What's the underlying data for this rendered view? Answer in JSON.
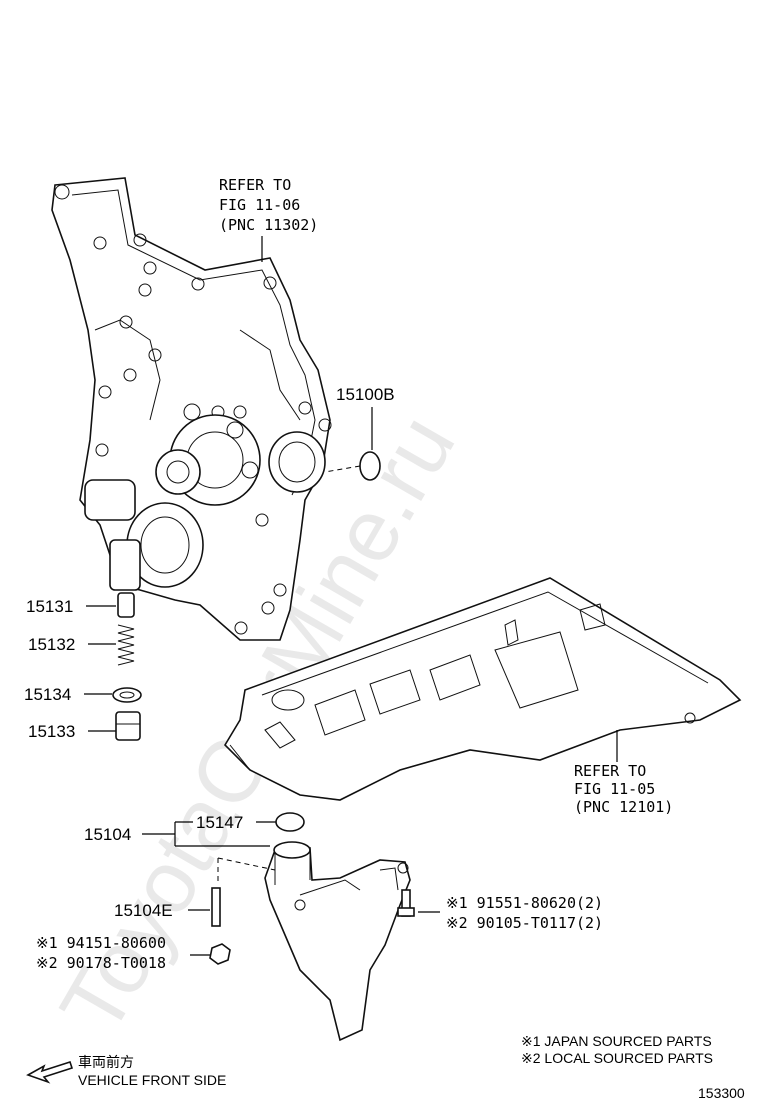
{
  "watermark": "ToyotaCarMine.ru",
  "refer_top": {
    "line1": "REFER TO",
    "line2": "FIG 11-06",
    "line3": "(PNC 11302)"
  },
  "refer_right": {
    "line1": "REFER TO",
    "line2": "FIG 11-05",
    "line3": "(PNC 12101)"
  },
  "parts": {
    "p15100B": "15100B",
    "p15131": "15131",
    "p15132": "15132",
    "p15134": "15134",
    "p15133": "15133",
    "p15104": "15104",
    "p15147": "15147",
    "p15104E": "15104E"
  },
  "bolt_labels": {
    "a1": "※1  91551-80620(2)",
    "a2": "※2  90105-T0117(2)"
  },
  "nut_labels": {
    "b1": "※1  94151-80600",
    "b2": "※2  90178-T0018"
  },
  "legend": {
    "line1": "※1 JAPAN SOURCED PARTS",
    "line2": "※2 LOCAL SOURCED PARTS"
  },
  "front": {
    "jp": "車両前方",
    "en": "VEHICLE FRONT SIDE"
  },
  "figure_number": "153300"
}
